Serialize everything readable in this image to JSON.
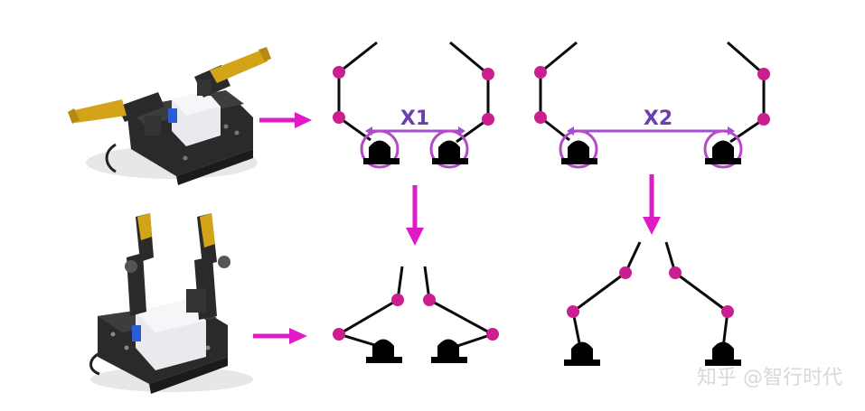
{
  "colors": {
    "link": "#0a0a0a",
    "joint": "#cc1f8f",
    "arrow": "#e01ac6",
    "label": "#6b3fb0",
    "dimension_line": "#a04fd0",
    "rotation": "#b44ac8",
    "base": "#000000",
    "gripper_body": "#2a2a2a",
    "gripper_finger": "#d3a418",
    "gripper_block": "#e9e9ee",
    "watermark": "#d8d8d8"
  },
  "diagram": {
    "distance_labels": [
      "X1",
      "X2"
    ],
    "photos": [
      {
        "state": "open",
        "description_icon": "gripper-photo-open"
      },
      {
        "state": "closed",
        "description_icon": "gripper-photo-closed"
      }
    ],
    "icons": {
      "arrow_right": "arrow-right-icon",
      "arrow_down": "arrow-down-icon",
      "rotation": "rotation-icon"
    }
  },
  "watermark": {
    "text": "知乎 @智行时代"
  }
}
